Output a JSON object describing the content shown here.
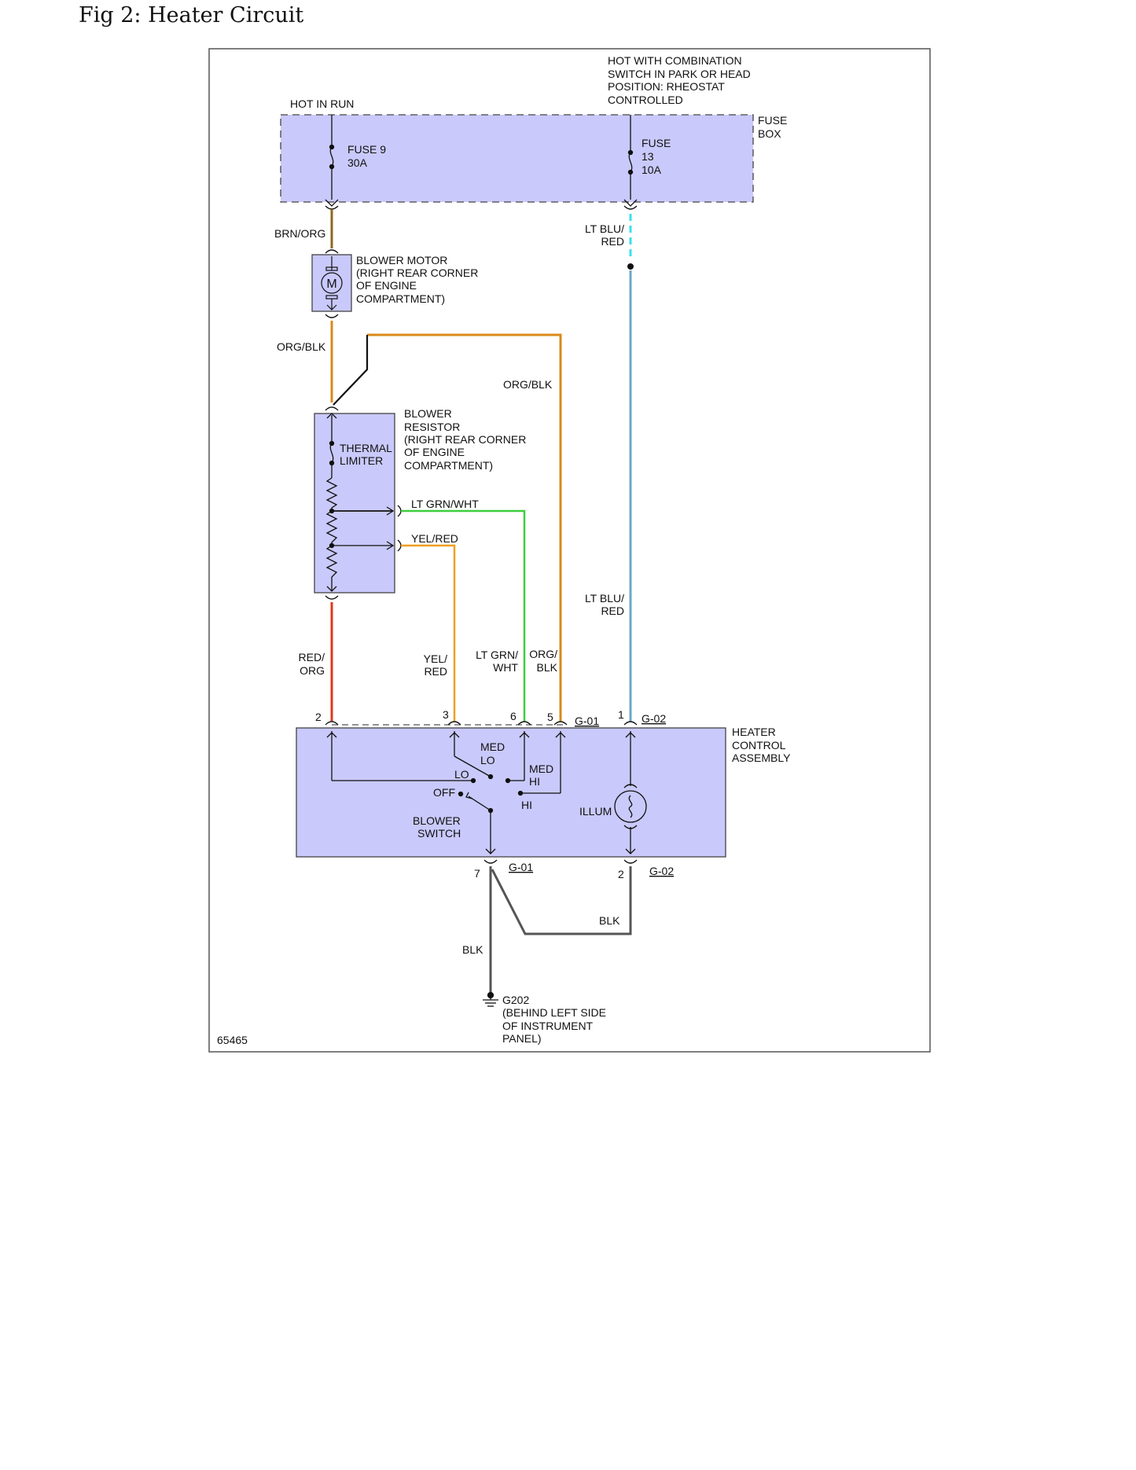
{
  "page_title": "Fig 2: Heater Circuit",
  "figure_number": "65465",
  "colors": {
    "module_fill": "#c9c9fb",
    "frame": "#555555",
    "wire_brn_org": "#8a6a1e",
    "wire_org_blk": "#d98a1a",
    "wire_lt_blu_red": "#6aa8c8",
    "wire_lt_blu_dash": "#38e0f0",
    "wire_lt_grn_wht": "#3ccf3c",
    "wire_yel_red": "#f0a020",
    "wire_red_org": "#e03a1a",
    "wire_blk": "#555555"
  },
  "fuse_box": {
    "label": [
      "FUSE",
      "BOX"
    ],
    "left_feed": "HOT IN RUN",
    "right_feed": [
      "HOT WITH COMBINATION",
      "SWITCH IN PARK OR HEAD",
      "POSITION: RHEOSTAT",
      "CONTROLLED"
    ],
    "fuse9": [
      "FUSE 9",
      "30A"
    ],
    "fuse13": [
      "FUSE",
      "13",
      "10A"
    ]
  },
  "blower_motor": {
    "symbol": "M",
    "label": [
      "BLOWER MOTOR",
      "(RIGHT REAR CORNER",
      "OF ENGINE",
      "COMPARTMENT)"
    ]
  },
  "blower_resistor": {
    "label": [
      "BLOWER",
      "RESISTOR",
      "(RIGHT REAR CORNER",
      "OF ENGINE",
      "COMPARTMENT)"
    ],
    "thermal": [
      "THERMAL",
      "LIMITER"
    ]
  },
  "wires": {
    "brn_org": "BRN/ORG",
    "org_blk_left": "ORG/BLK",
    "org_blk_right": "ORG/BLK",
    "lt_blu_red_top": [
      "LT BLU/",
      "RED"
    ],
    "lt_blu_red_mid": [
      "LT BLU/",
      "RED"
    ],
    "lt_grn_wht_h": "LT GRN/WHT",
    "yel_red_h": "YEL/RED",
    "red_org": [
      "RED/",
      "ORG"
    ],
    "yel_red": [
      "YEL/",
      "RED"
    ],
    "lt_grn_wht": [
      "LT GRN/",
      "WHT"
    ],
    "org_blk": [
      "ORG/",
      "BLK"
    ],
    "blk_right": "BLK",
    "blk_left": "BLK"
  },
  "connectors": {
    "pin2": "2",
    "pin3": "3",
    "pin6": "6",
    "pin5": "5",
    "pin1": "1",
    "pin7": "7",
    "pin2_bottom": "2",
    "g01_top": "G-01",
    "g02_top": "G-02",
    "g01_bottom": "G-01",
    "g02_bottom": "G-02"
  },
  "heater_control": {
    "label": [
      "HEATER",
      "CONTROL",
      "ASSEMBLY"
    ],
    "med_lo": [
      "MED",
      "LO"
    ],
    "med_hi": [
      "MED",
      "HI"
    ],
    "lo": "LO",
    "off": "OFF",
    "hi": "HI",
    "blower_switch": [
      "BLOWER",
      "SWITCH"
    ],
    "illum": "ILLUM"
  },
  "ground": {
    "label": [
      "G202",
      "(BEHIND LEFT SIDE",
      "OF INSTRUMENT",
      "PANEL)"
    ]
  }
}
